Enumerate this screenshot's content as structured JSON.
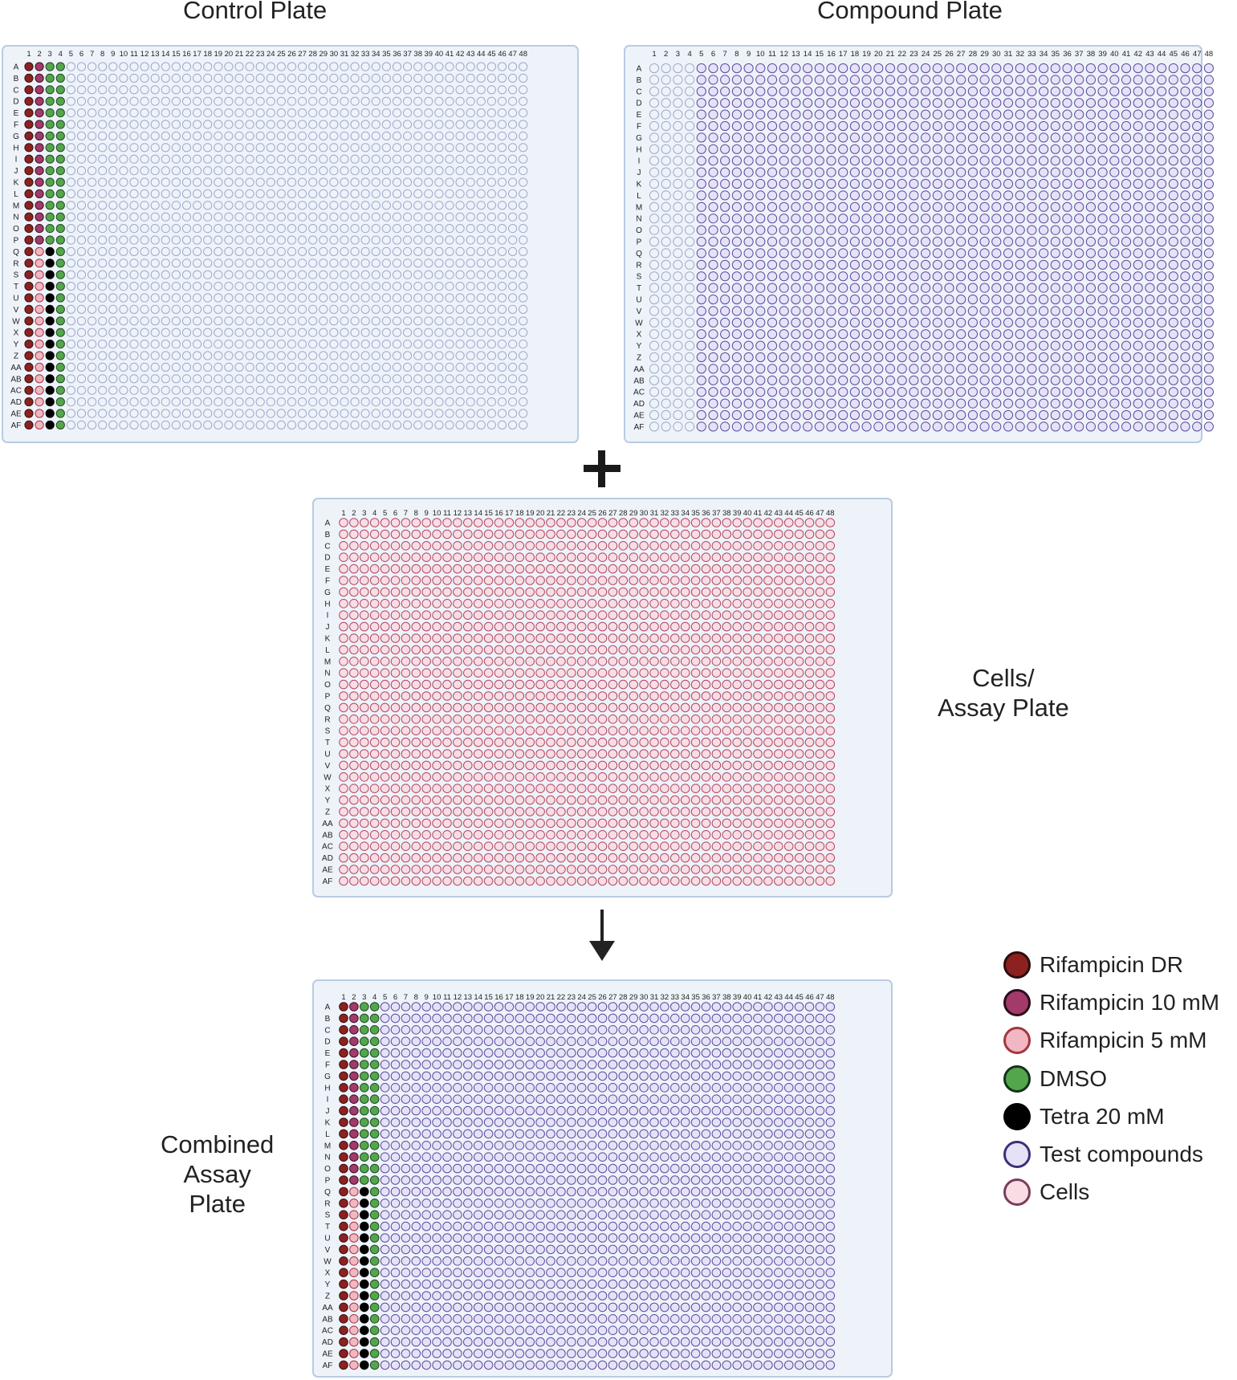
{
  "headings": {
    "control": "Control Plate",
    "compound": "Compound Plate",
    "cells": "Cells/\nAssay Plate",
    "combined": "Combined\nAssay\nPlate"
  },
  "operators": {
    "plus": "plus-icon",
    "arrow": "arrow-down-icon"
  },
  "colors": {
    "rifampicin_dr": "#8b2220",
    "rifampicin_10mm": "#a23a6a",
    "rifampicin_5mm": "#f1b7c2",
    "dmso": "#54a64b",
    "tetra_20mm": "#000000",
    "test_compounds": "#e5e2f7",
    "cells": "#f8dde5",
    "empty": "#eef3fa"
  },
  "legend": [
    {
      "label": "Rifampicin DR",
      "fill": "#8b2220",
      "stroke": "#2b0d0d"
    },
    {
      "label": "Rifampicin 10 mM",
      "fill": "#a23a6a",
      "stroke": "#2b0d1c"
    },
    {
      "label": "Rifampicin 5 mM",
      "fill": "#f1b7c2",
      "stroke": "#a4343e"
    },
    {
      "label": "DMSO",
      "fill": "#54a64b",
      "stroke": "#14321a"
    },
    {
      "label": "Tetra 20 mM",
      "fill": "#000000",
      "stroke": "#000000"
    },
    {
      "label": "Test compounds",
      "fill": "#e5e2f7",
      "stroke": "#3b2f7c"
    },
    {
      "label": "Cells",
      "fill": "#f8dde5",
      "stroke": "#7a3d5a"
    }
  ],
  "plate_format": {
    "rows": [
      "A",
      "B",
      "C",
      "D",
      "E",
      "F",
      "G",
      "H",
      "I",
      "J",
      "K",
      "L",
      "M",
      "N",
      "O",
      "P",
      "Q",
      "R",
      "S",
      "T",
      "U",
      "V",
      "W",
      "X",
      "Y",
      "Z",
      "AA",
      "AB",
      "AC",
      "AD",
      "AE",
      "AF"
    ],
    "columns": [
      "1",
      "2",
      "3",
      "4",
      "5",
      "6",
      "7",
      "8",
      "9",
      "10",
      "11",
      "12",
      "13",
      "14",
      "15",
      "16",
      "17",
      "18",
      "19",
      "20",
      "21",
      "22",
      "23",
      "24",
      "25",
      "26",
      "27",
      "28",
      "29",
      "30",
      "31",
      "32",
      "33",
      "34",
      "35",
      "36",
      "37",
      "38",
      "39",
      "40",
      "41",
      "42",
      "43",
      "44",
      "45",
      "46",
      "47",
      "48"
    ]
  },
  "plates": [
    {
      "id": "control",
      "default_well": "empty",
      "column_fills": [
        {
          "columns": [
            1
          ],
          "rows": "all",
          "well": "rifampicin_dr"
        },
        {
          "columns": [
            2
          ],
          "rows": "A-P",
          "well": "rifampicin_10mm"
        },
        {
          "columns": [
            2
          ],
          "rows": "Q-AF",
          "well": "rifampicin_5mm"
        },
        {
          "columns": [
            3
          ],
          "rows": "A-P",
          "well": "dmso"
        },
        {
          "columns": [
            3
          ],
          "rows": "Q-AF",
          "well": "tetra_20mm"
        },
        {
          "columns": [
            4
          ],
          "rows": "all",
          "well": "dmso"
        }
      ]
    },
    {
      "id": "compound",
      "default_well": "empty",
      "column_fills": [
        {
          "columns": [
            5,
            6,
            7,
            8,
            9,
            10,
            11,
            12,
            13,
            14,
            15,
            16,
            17,
            18,
            19,
            20,
            21,
            22,
            23,
            24,
            25,
            26,
            27,
            28,
            29,
            30,
            31,
            32,
            33,
            34,
            35,
            36,
            37,
            38,
            39,
            40,
            41,
            42,
            43,
            44,
            45,
            46,
            47,
            48
          ],
          "rows": "all",
          "well": "test_compounds"
        }
      ]
    },
    {
      "id": "cells",
      "default_well": "cells",
      "column_fills": []
    },
    {
      "id": "combined",
      "default_well": "test_compounds",
      "column_fills": [
        {
          "columns": [
            1
          ],
          "rows": "all",
          "well": "rifampicin_dr"
        },
        {
          "columns": [
            2
          ],
          "rows": "A-P",
          "well": "rifampicin_10mm"
        },
        {
          "columns": [
            2
          ],
          "rows": "Q-AF",
          "well": "rifampicin_5mm"
        },
        {
          "columns": [
            3
          ],
          "rows": "A-P",
          "well": "dmso"
        },
        {
          "columns": [
            3
          ],
          "rows": "Q-AF",
          "well": "tetra_20mm"
        },
        {
          "columns": [
            4
          ],
          "rows": "all",
          "well": "dmso"
        }
      ]
    }
  ]
}
